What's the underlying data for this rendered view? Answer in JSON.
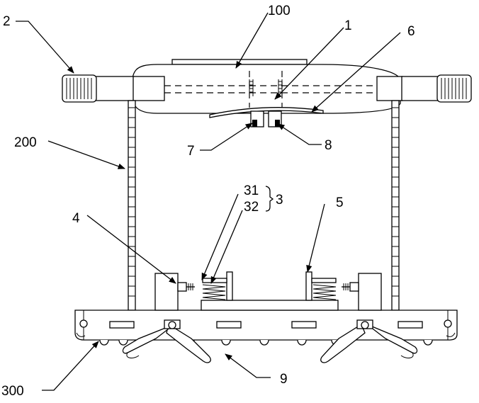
{
  "figure": {
    "labels": {
      "l100": "100",
      "l2": "2",
      "l1": "1",
      "l6": "6",
      "l200": "200",
      "l7": "7",
      "l8": "8",
      "l31": "31",
      "l32": "32",
      "l3": "3",
      "l4": "4",
      "l5": "5",
      "l300": "300",
      "l9": "9"
    }
  }
}
